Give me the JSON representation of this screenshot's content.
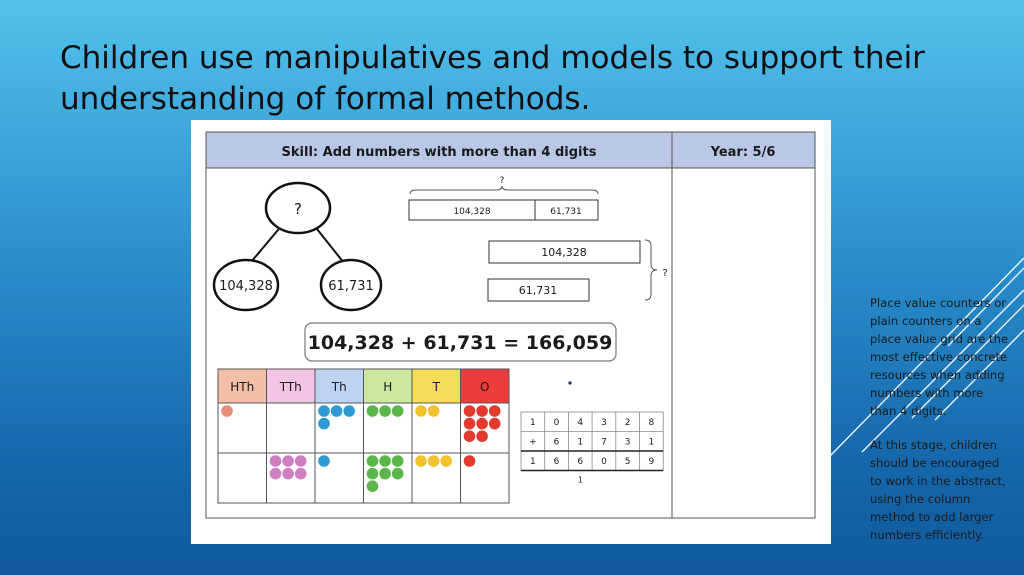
{
  "slide": {
    "title": "Children use manipulatives and models to support their understanding of formal methods."
  },
  "card": {
    "skill": "Skill: Add numbers with more than 4 digits",
    "year": "Year: 5/6",
    "part_whole": {
      "whole": "?",
      "part_a": "104,328",
      "part_b": "61,731"
    },
    "bar_model": {
      "top_label": "?",
      "bar_a": "104,328",
      "bar_b": "61,731",
      "brace_label": "?"
    },
    "equation": "104,328 + 61,731 = 166,059",
    "place_value": {
      "headers": [
        "HTh",
        "TTh",
        "Th",
        "H",
        "T",
        "O"
      ],
      "header_colors": [
        "#f3bfa6",
        "#f4c4e4",
        "#c0d2f2",
        "#cbe89e",
        "#f6dc57",
        "#ee3b3b"
      ],
      "row1_counts": [
        1,
        0,
        4,
        3,
        2,
        8
      ],
      "row2_counts": [
        0,
        6,
        1,
        7,
        3,
        1
      ],
      "counter_colors": [
        "#ea8b76",
        "#cf7fc1",
        "#2d9ad4",
        "#5ab54a",
        "#f2c12e",
        "#e23a2f"
      ]
    },
    "column_method": {
      "rows": [
        [
          "1",
          "0",
          "4",
          "3",
          "2",
          "8"
        ],
        [
          "+",
          "6",
          "1",
          "7",
          "3",
          "1"
        ],
        [
          "1",
          "6",
          "6",
          "0",
          "5",
          "9"
        ]
      ],
      "carry": "1"
    },
    "notes": [
      "Place value counters or plain counters on a place value grid are the most effective concrete resources when adding numbers with more than 4 digits.",
      "At this stage, children should be encouraged to work in the abstract, using the column method to add larger numbers efficiently."
    ]
  }
}
